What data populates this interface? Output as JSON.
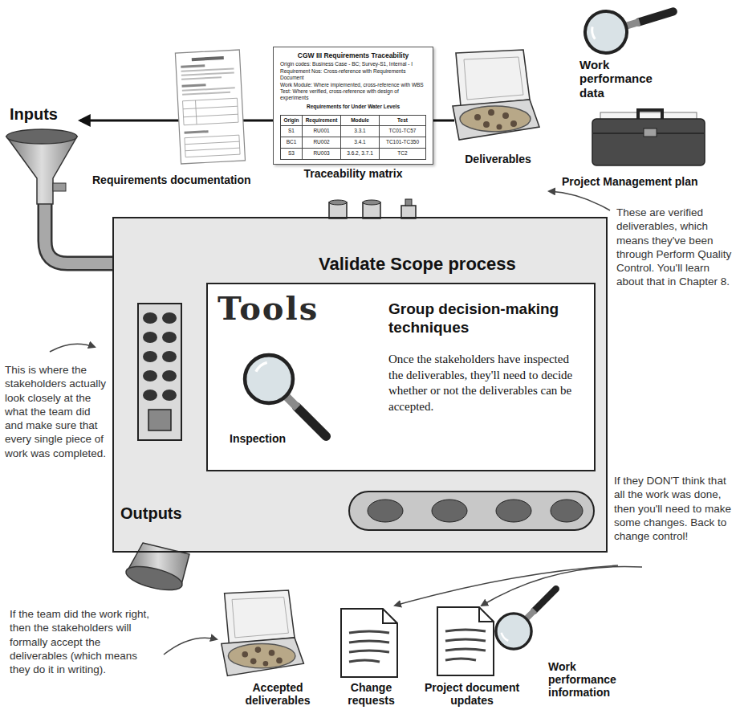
{
  "diagram": {
    "nodes": [
      {
        "text": [
          "Validate Scope process"
        ]
      },
      {
        "text": [
          "Tools",
          "Group decision-making techniques",
          "Once the stakeholders have inspected the deliverables, they'll need to decide whether or not the deliverables can be accepted."
        ],
        "in": 0
      },
      {
        "text": [
          "CGW III Requirements Traceability",
          "Origin codes: Business Case - BC; Survey-S1, Internal - I",
          "Requirement Nos: Cross-reference with Requirements Document",
          "Work Module: Where implemented, cross-reference with WBS",
          "Test: Where verified, cross-reference with design of experiments",
          "Requirements for Under Water Levels"
        ]
      }
    ],
    "labels": [
      "Inputs",
      "Requirements documentation",
      "Traceability matrix",
      "Origin",
      "Requirement",
      "Module",
      "Test",
      "S1",
      "RU001",
      "3.3.1",
      "TC01-TC57",
      "BC1",
      "RU002",
      "3.4.1",
      "TC101-TC350",
      "S3",
      "RU003",
      "3.6.2, 3.7.1",
      "TC2",
      "Deliverables",
      "Work performance data",
      "Project Management plan",
      "These are verified deliverables, which means they've been through Perform Quality Control. You'll learn about that in Chapter 8.",
      "This is where the stakeholders actually look closely at the what the team did and make sure that every single piece of work was completed.",
      "Inspection",
      "If they DON'T think that all the work was done, then you'll need to make some changes. Back to change control!",
      "Outputs",
      "If the team did the work right, then the stakeholders will formally accept the deliverables (which means they do it in writing).",
      "Accepted deliverables",
      "Change requests",
      "Project document updates",
      "Work performance information"
    ]
  }
}
